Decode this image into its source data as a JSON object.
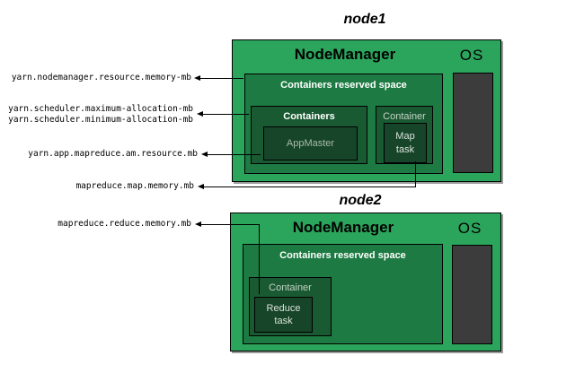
{
  "colors": {
    "node_green": "#2BA55C",
    "reserved_green": "#1D7A42",
    "container_green": "#1A5A32",
    "task_green": "#17452A",
    "os_gray": "#3C3C3C",
    "line_black": "#000000"
  },
  "config_labels": {
    "nm_resource": "yarn.nodemanager.resource.memory-mb",
    "sched_max": "yarn.scheduler.maximum-allocation-mb",
    "sched_min": "yarn.scheduler.minimum-allocation-mb",
    "am_resource": "yarn.app.mapreduce.am.resource.mb",
    "map_memory": "mapreduce.map.memory.mb",
    "reduce_memory": "mapreduce.reduce.memory.mb"
  },
  "node1": {
    "title": "node1",
    "nodemanager_label": "NodeManager",
    "os_label": "OS",
    "reserved_label": "Containers reserved space",
    "containers_label": "Containers",
    "appmaster_label": "AppMaster",
    "container_label": "Container",
    "map_task_label": "Map\ntask"
  },
  "node2": {
    "title": "node2",
    "nodemanager_label": "NodeManager",
    "os_label": "OS",
    "reserved_label": "Containers reserved space",
    "container_label": "Container",
    "reduce_task_label": "Reduce\ntask"
  }
}
